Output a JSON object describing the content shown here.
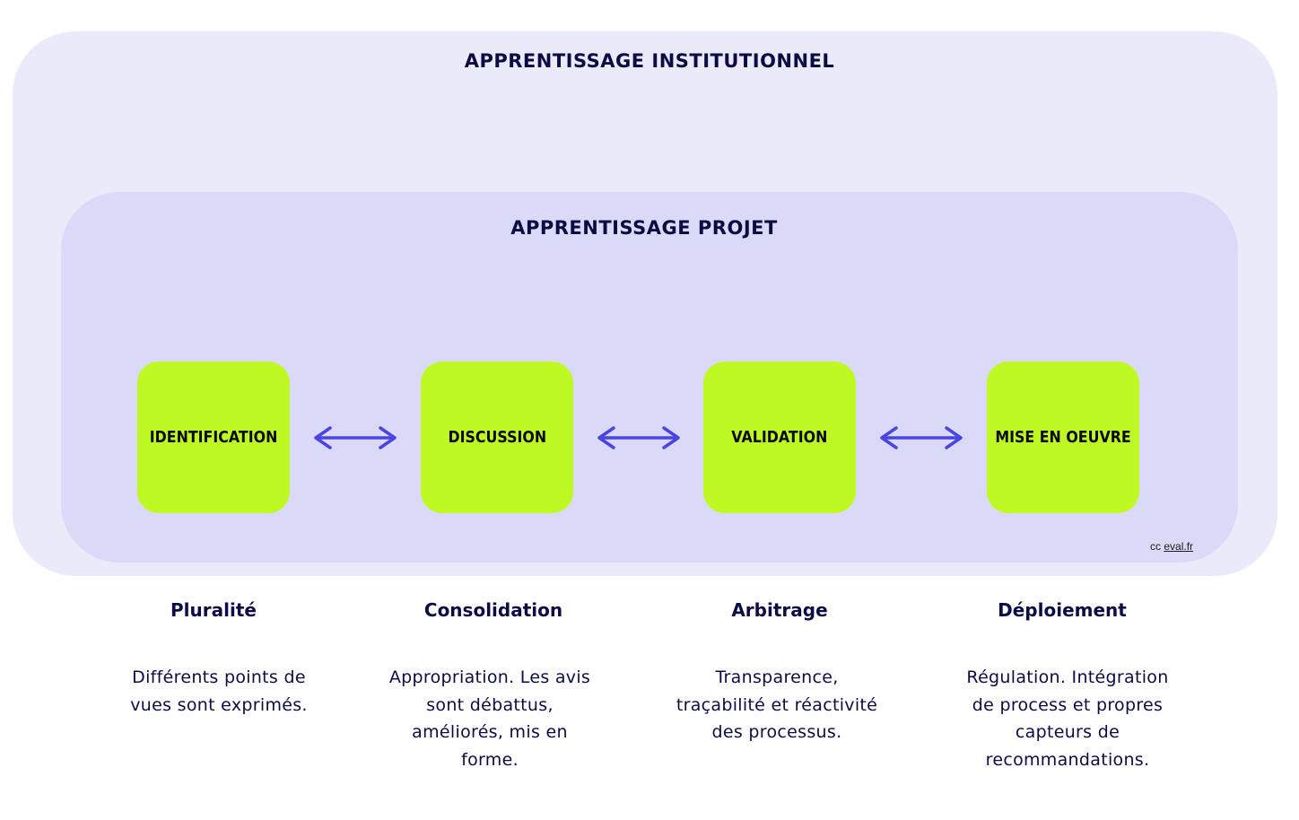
{
  "outer": {
    "title": "APPRENTISSAGE INSTITUTIONNEL"
  },
  "inner": {
    "title": "APPRENTISSAGE PROJET"
  },
  "steps": [
    {
      "label": "IDENTIFICATION"
    },
    {
      "label": "DISCUSSION"
    },
    {
      "label": "VALIDATION"
    },
    {
      "label": "MISE EN OEUVRE"
    }
  ],
  "credit": {
    "prefix": "cc",
    "link": "eval.fr"
  },
  "columns": [
    {
      "heading": "Pluralité",
      "description": "Différents points de vues sont exprimés."
    },
    {
      "heading": "Consolidation",
      "description": "Appropriation. Les avis sont débattus, améliorés, mis en forme."
    },
    {
      "heading": "Arbitrage",
      "description": "Transparence, traçabilité et réactivité des processus."
    },
    {
      "heading": "Déploiement",
      "description": "Régulation. Intégration de process et propres capteurs de recommandations."
    }
  ],
  "colors": {
    "outer_bg": "#eaeafb",
    "inner_bg": "#dadaf8",
    "step_bg": "#bff924",
    "arrow": "#4a44e0",
    "text": "#0c0c45"
  }
}
